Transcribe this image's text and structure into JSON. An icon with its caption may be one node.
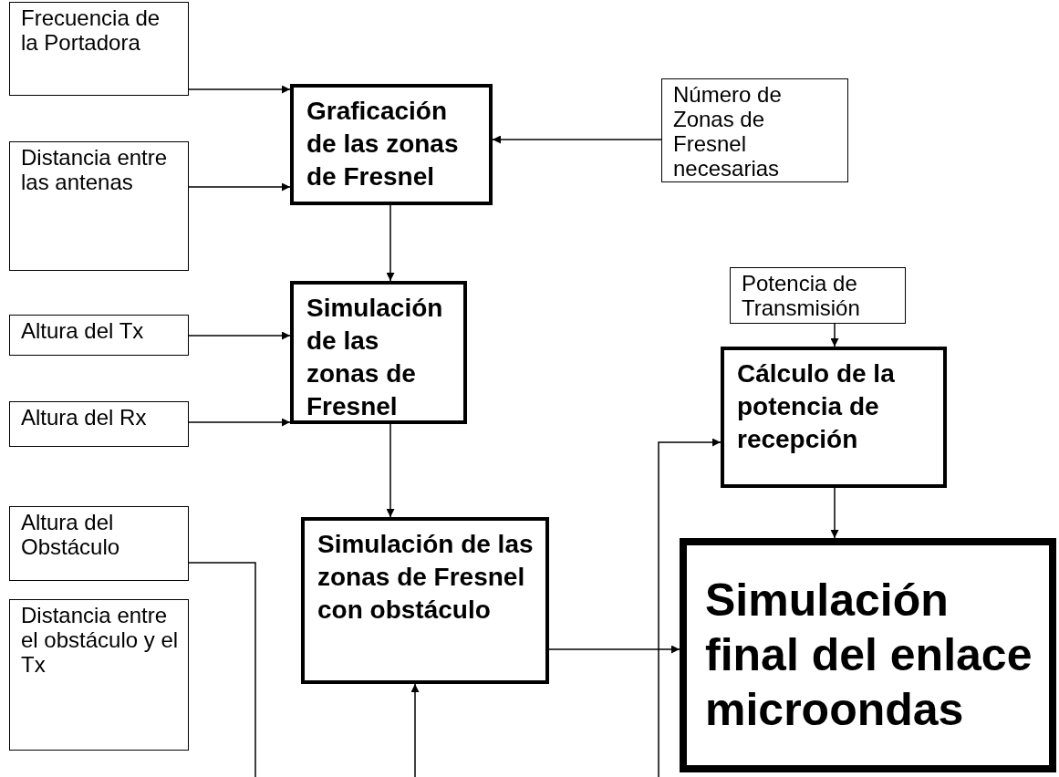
{
  "diagram": {
    "nodes": [
      {
        "text": [
          "Frecuencia de la Portadora"
        ]
      },
      {
        "text": [
          "Graficación de las zonas de Fresnel"
        ]
      },
      {
        "text": [
          "Número de Zonas de Fresnel necesarias"
        ]
      },
      {
        "text": [
          "Distancia entre las antenas"
        ]
      },
      {
        "text": [
          "Simulación de las zonas de Fresnel"
        ]
      },
      {
        "text": [
          "Altura del Tx"
        ]
      },
      {
        "text": [
          "Altura del Rx"
        ]
      },
      {
        "text": [
          "Potencia de Transmisión"
        ]
      },
      {
        "text": [
          "Cálculo de la potencia de recepción"
        ]
      },
      {
        "text": [
          "Altura del Obstáculo"
        ]
      },
      {
        "text": [
          "Simulación de las zonas de Fresnel con obstáculo"
        ]
      },
      {
        "text": [
          "Simulación final del enlace microondas"
        ]
      },
      {
        "text": [
          "Distancia entre el obstáculo y el Tx"
        ]
      }
    ],
    "edges": [
      {
        "from": 0,
        "to": 1,
        "arrow": "to"
      },
      {
        "from": 3,
        "to": 1,
        "arrow": "to"
      },
      {
        "from": 2,
        "to": 1,
        "arrow": "to"
      },
      {
        "from": 1,
        "to": 4,
        "arrow": "to"
      },
      {
        "from": 5,
        "to": 4,
        "arrow": "to"
      },
      {
        "from": 6,
        "to": 4,
        "arrow": "to"
      },
      {
        "from": 4,
        "to": 10,
        "arrow": "to"
      },
      {
        "from": 7,
        "to": 8,
        "arrow": "to"
      },
      {
        "from": 8,
        "to": 11,
        "arrow": "to"
      },
      {
        "from": 10,
        "to": 11,
        "arrow": "to"
      },
      {
        "from": null,
        "to": 8,
        "arrow": "to"
      },
      {
        "from": null,
        "to": 10,
        "arrow": "to"
      },
      {
        "from": 9,
        "to": null,
        "arrow": "none"
      }
    ]
  }
}
